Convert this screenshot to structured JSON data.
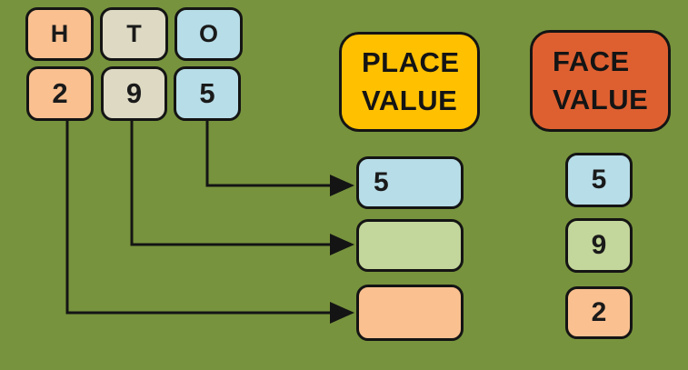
{
  "background_color": "#77933D",
  "outline_color": "#141414",
  "digit_table": {
    "columns": [
      {
        "header": "H",
        "digit": "2",
        "color": "#FAC090"
      },
      {
        "header": "T",
        "digit": "9",
        "color": "#DDD9C3"
      },
      {
        "header": "O",
        "digit": "5",
        "color": "#B7DDE8"
      }
    ]
  },
  "place_value": {
    "title_line1": "PLACE",
    "title_line2": "VALUE",
    "header_color": "#FFC000",
    "slots": [
      {
        "value": "5",
        "color": "#B7DDE8"
      },
      {
        "value": "",
        "color": "#C3D69B"
      },
      {
        "value": "",
        "color": "#FAC090"
      }
    ]
  },
  "face_value": {
    "title_line1": "FACE",
    "title_line2": "VALUE",
    "header_color": "#DE6030",
    "values": [
      {
        "value": "5",
        "color": "#B7DDE8"
      },
      {
        "value": "9",
        "color": "#C3D69B"
      },
      {
        "value": "2",
        "color": "#FAC090"
      }
    ]
  }
}
